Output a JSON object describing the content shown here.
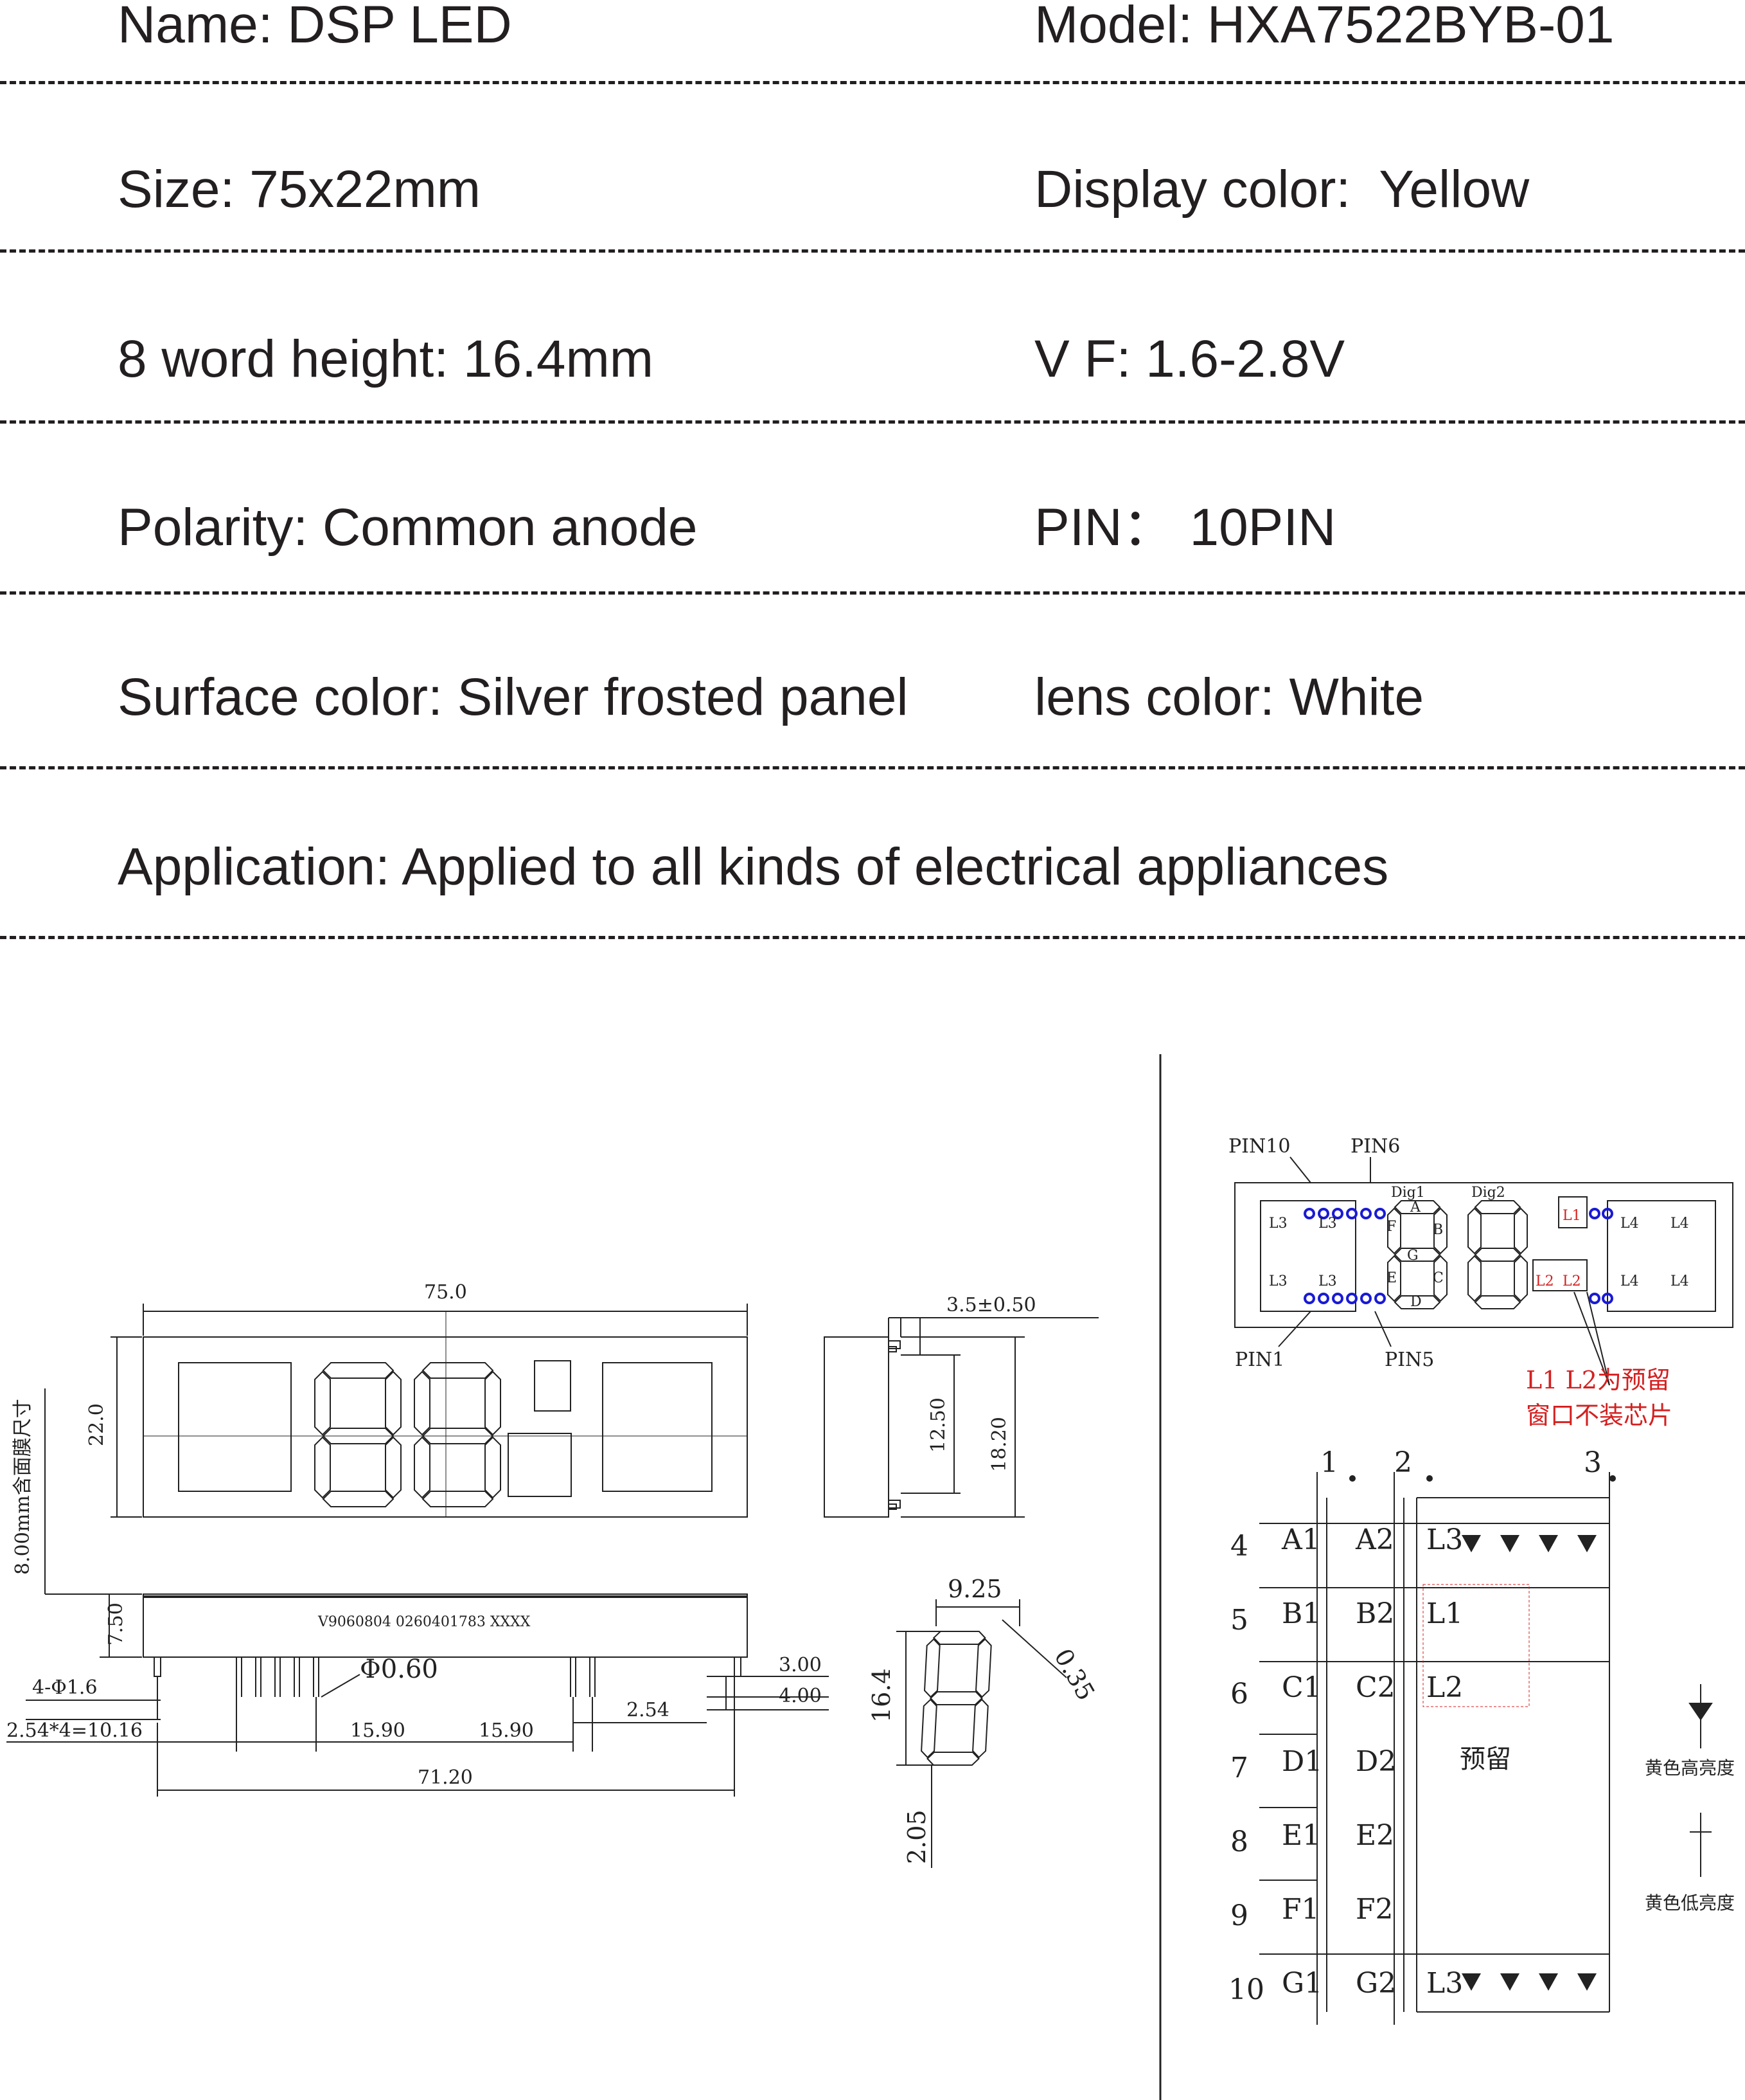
{
  "spec": {
    "rows": [
      {
        "left": "Name: DSP LED",
        "right": "Model: HXA7522BYB-01"
      },
      {
        "left": "Size: 75x22mm",
        "right": "Display color:  Yellow"
      },
      {
        "left": "8 word height: 16.4mm",
        "right": "V F: 1.6-2.8V"
      },
      {
        "left": "Polarity: Common anode",
        "right": "PIN： 10PIN"
      },
      {
        "left": "Surface color: Silver frosted panel",
        "right": "lens color: White"
      },
      {
        "left": "Application: Applied to all kinds of electrical appliances",
        "right": ""
      }
    ]
  },
  "drawing": {
    "front": {
      "width": "75.0",
      "height": "22.0",
      "film_note": "8.00mm含面膜尺寸"
    },
    "side": {
      "top": "3.5±0.50",
      "inner": "12.50",
      "outer": "18.20"
    },
    "bottom": {
      "body_h": "7.50",
      "marking": "V9060804    0260401783    XXXX",
      "pin_dia": "Φ0.60",
      "holes": "4-Φ1.6",
      "pitch": "2.54*4=10.16",
      "gap1": "15.90",
      "gap2": "15.90",
      "pitch2": "2.54",
      "total": "71.20",
      "pin_len1": "3.00",
      "pin_len2": "4.00"
    },
    "digit": {
      "width": "9.25",
      "slant": "0.35",
      "height": "16.4",
      "offset": "2.05"
    },
    "pinout": {
      "pin10": "PIN10",
      "pin6": "PIN6",
      "pin1": "PIN1",
      "pin5": "PIN5",
      "dig1": "Dig1",
      "dig2": "Dig2",
      "seg_a": "A",
      "seg_b": "B",
      "seg_c": "C",
      "seg_d": "D",
      "seg_e": "E",
      "seg_f": "F",
      "seg_g": "G",
      "l1": "L1",
      "l2": "L2",
      "l3": "L3",
      "l4": "L4",
      "note_line1": "L1  L2为预留",
      "note_line2": "窗口不装芯片",
      "accent": "#d42020",
      "pin_color": "#1a1ad4"
    },
    "schematic": {
      "cols": [
        "1",
        "2",
        "3"
      ],
      "rows": [
        {
          "pin": "4",
          "a": "A1",
          "b": "A2",
          "c": "L3"
        },
        {
          "pin": "5",
          "a": "B1",
          "b": "B2",
          "c": "L1"
        },
        {
          "pin": "6",
          "a": "C1",
          "b": "C2",
          "c": "L2"
        },
        {
          "pin": "7",
          "a": "D1",
          "b": "D2",
          "c": ""
        },
        {
          "pin": "8",
          "a": "E1",
          "b": "E2",
          "c": ""
        },
        {
          "pin": "9",
          "a": "F1",
          "b": "F2",
          "c": ""
        },
        {
          "pin": "10",
          "a": "G1",
          "b": "G2",
          "c": "L3"
        }
      ],
      "reserved": "预留",
      "legend_high": "黄色高亮度",
      "legend_low": "黄色低亮度"
    }
  }
}
